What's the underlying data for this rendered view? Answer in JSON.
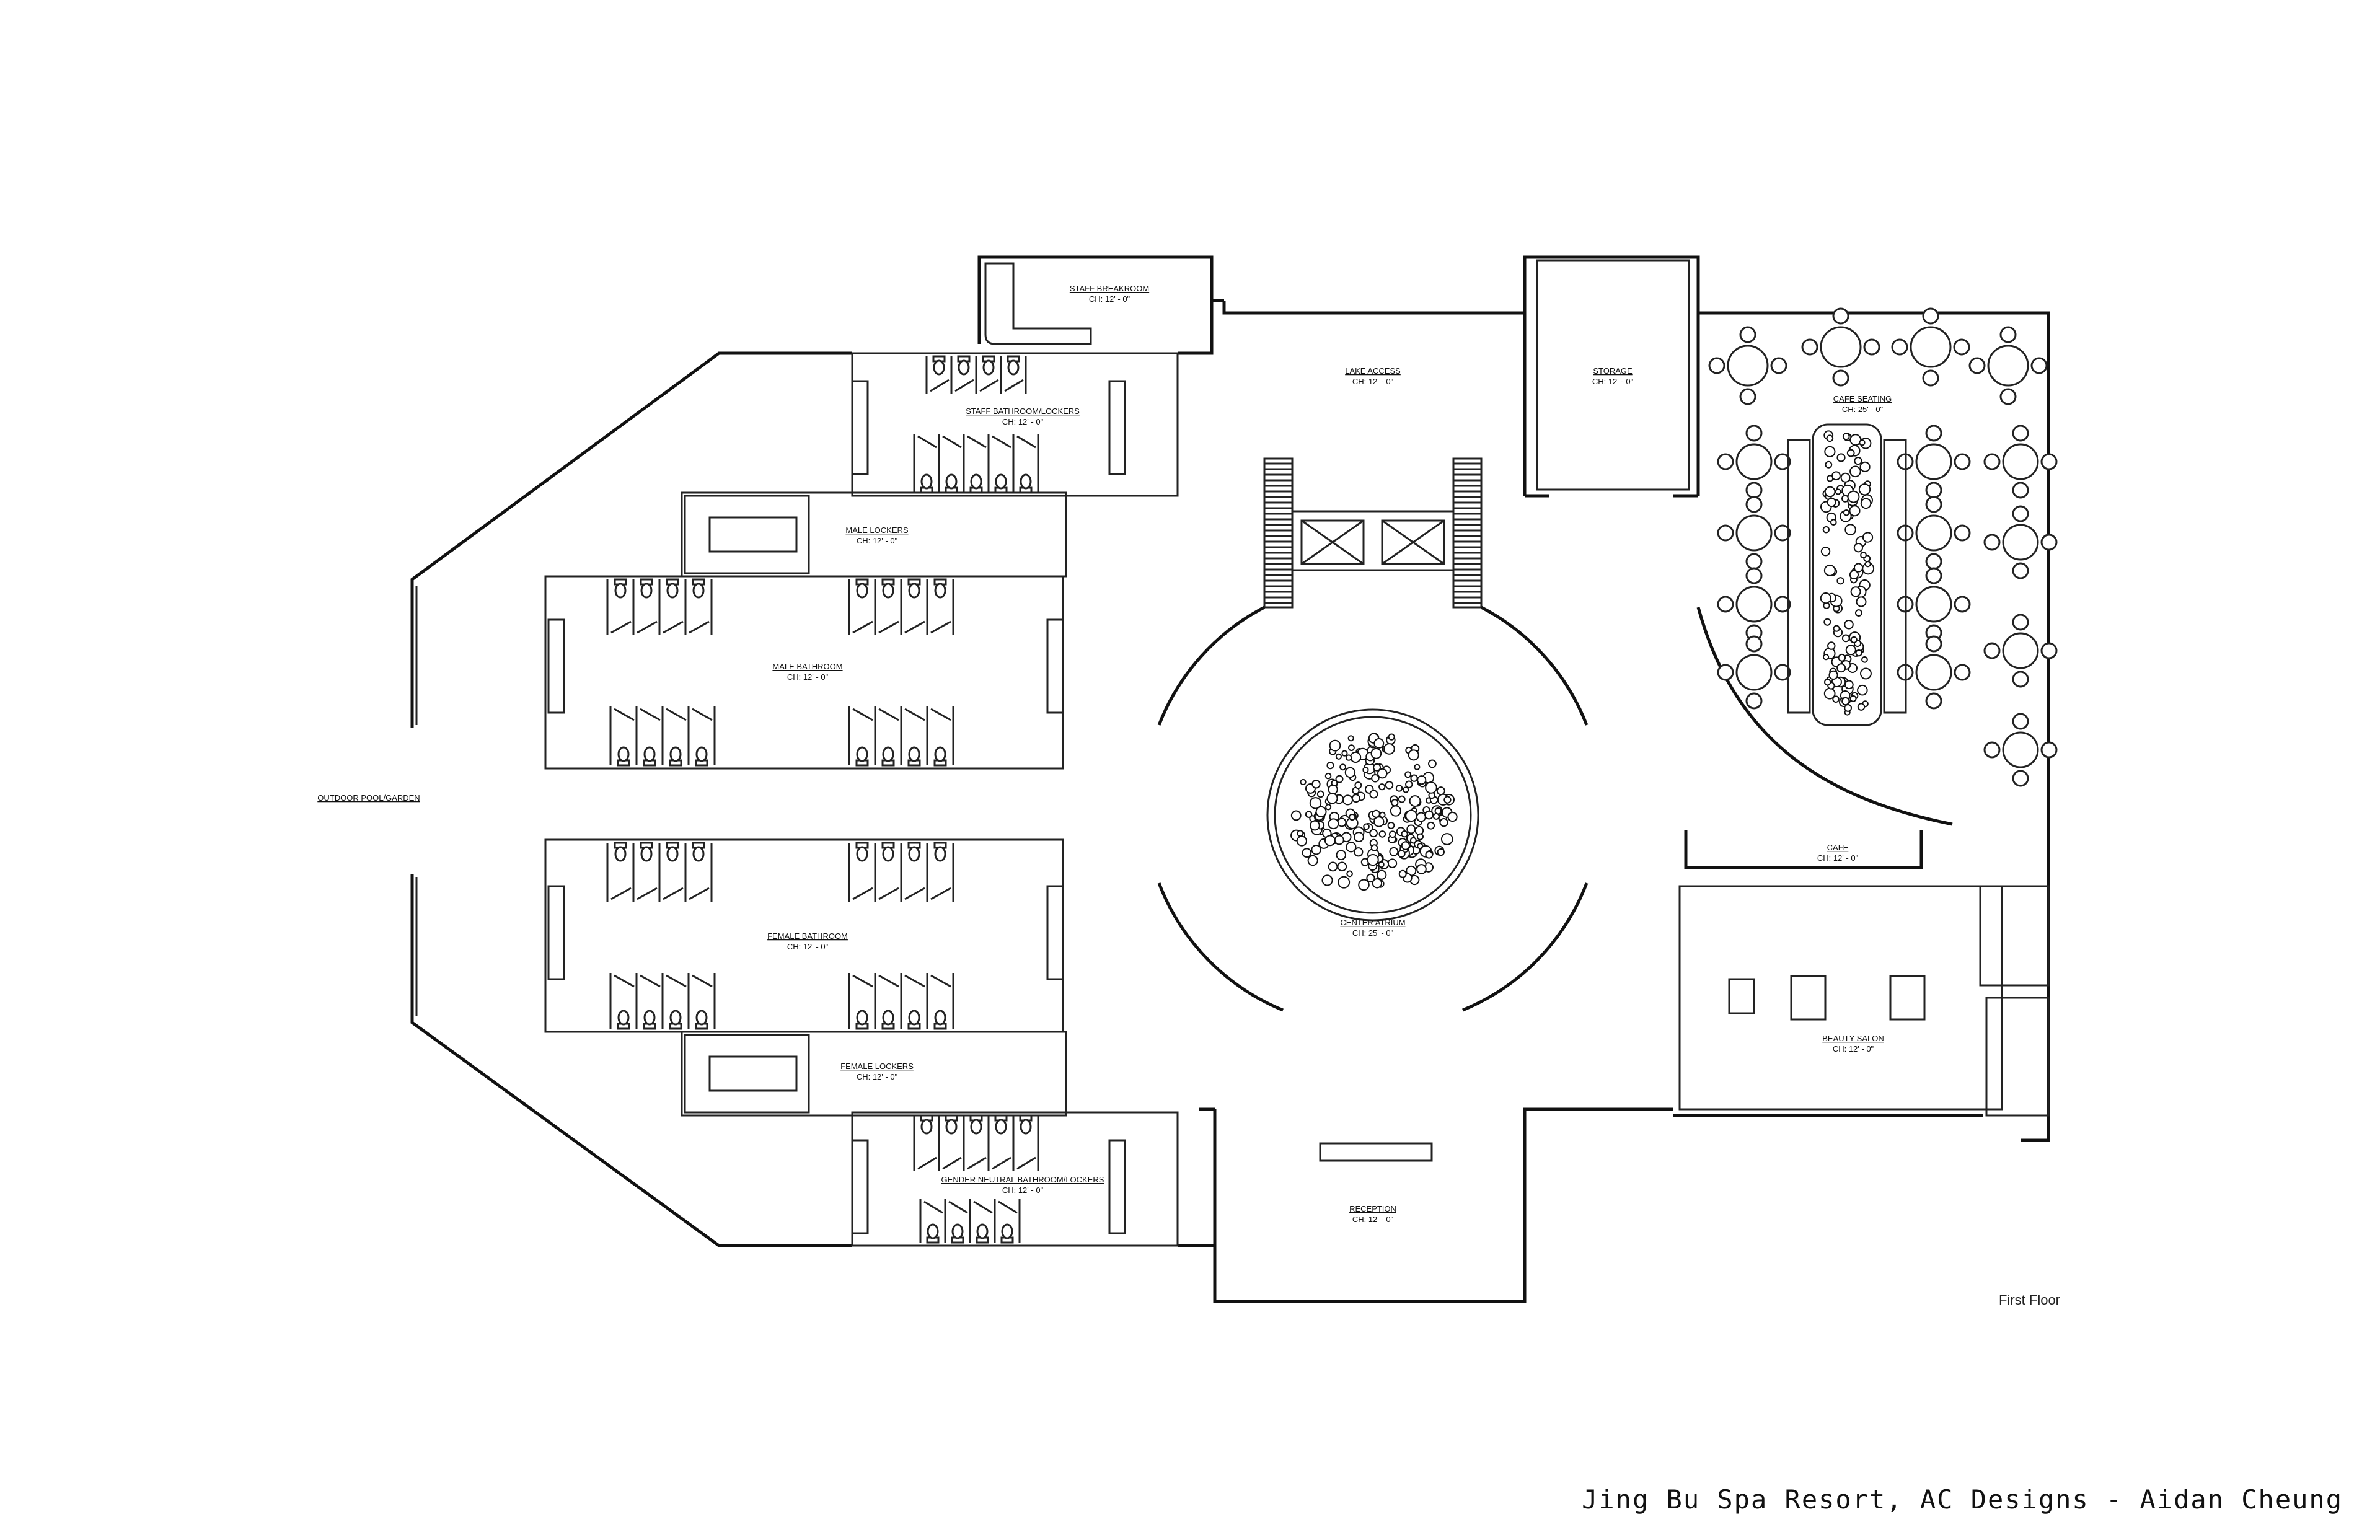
{
  "sheet": {
    "title": "Jing Bu Spa Resort, AC Designs - Aidan Cheung",
    "floor_label": "First Floor"
  },
  "rooms": {
    "staff_breakroom": {
      "name": "STAFF BREAKROOM",
      "ch": "CH: 12' - 0\""
    },
    "staff_bath": {
      "name": "STAFF BATHROOM/LOCKERS",
      "ch": "CH: 12' - 0\""
    },
    "male_lockers": {
      "name": "MALE LOCKERS",
      "ch": "CH: 12' - 0\""
    },
    "male_bath": {
      "name": "MALE BATHROOM",
      "ch": "CH: 12' - 0\""
    },
    "outdoor": {
      "name": "OUTDOOR POOL/GARDEN"
    },
    "female_bath": {
      "name": "FEMALE BATHROOM",
      "ch": "CH: 12' - 0\""
    },
    "female_lockers": {
      "name": "FEMALE LOCKERS",
      "ch": "CH: 12' - 0\""
    },
    "gn_bath": {
      "name": "GENDER NEUTRAL BATHROOM/LOCKERS",
      "ch": "CH: 12' - 0\""
    },
    "lake_access": {
      "name": "LAKE ACCESS",
      "ch": "CH: 12' - 0\""
    },
    "storage": {
      "name": "STORAGE",
      "ch": "CH: 12' - 0\""
    },
    "cafe_seating": {
      "name": "CAFE SEATING",
      "ch": "CH: 25' - 0\""
    },
    "center_atrium": {
      "name": "CENTER ATRIUM",
      "ch": "CH: 25' - 0\""
    },
    "cafe": {
      "name": "CAFE",
      "ch": "CH: 12' - 0\""
    },
    "beauty_salon": {
      "name": "BEAUTY SALON",
      "ch": "CH: 12' - 0\""
    },
    "reception": {
      "name": "RECEPTION",
      "ch": "CH: 12' - 0\""
    }
  }
}
